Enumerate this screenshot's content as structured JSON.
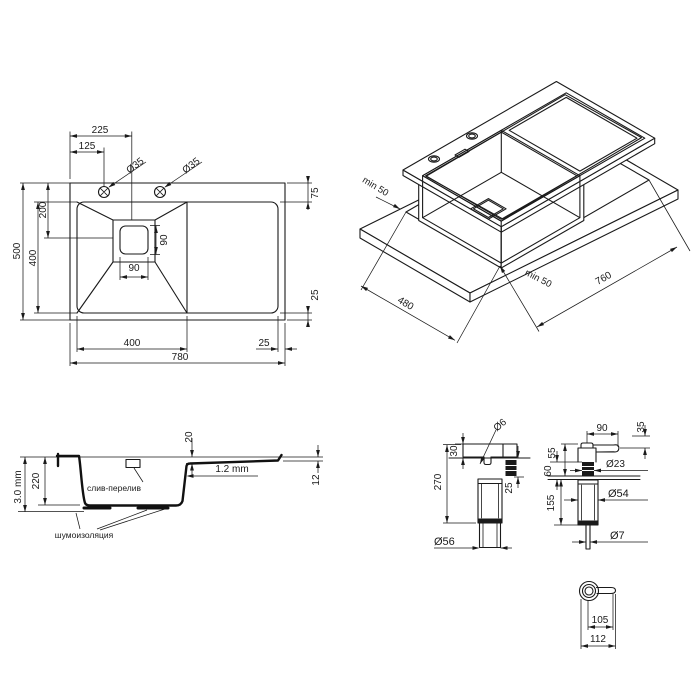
{
  "page": {
    "background": "#ffffff",
    "line_color": "#1a1a1a"
  },
  "top_view": {
    "overall_width": "780",
    "overall_depth": "500",
    "bowl_depth_outer": "400",
    "bowl_width": "400",
    "drain_offset_from_left": "225",
    "drain_offset_from_top": "200",
    "faucet_offset_from_left": "125",
    "faucet_hole_left_diameter": "Ø35",
    "faucet_hole_right_diameter": "Ø35",
    "deck_top_width": "75",
    "deck_bottom_width": "25",
    "deck_right_width": "25",
    "drain_height": "90",
    "drain_width": "90"
  },
  "isometric_view": {
    "clearance_left": "min 50",
    "clearance_front": "min 50",
    "cutout_depth": "480",
    "cutout_width": "760"
  },
  "section_view": {
    "drainer_step": "20",
    "steel_thickness": "1.2 mm",
    "edge_lip_height": "12",
    "bowl_depth": "220",
    "base_thickness": "3.0 mm",
    "overflow_label": "слив-перелив",
    "insulation_label": "шумоизоляция"
  },
  "dispenser_side_view": {
    "total_height": "270",
    "spout_height": "30",
    "nozzle_diameter": "Ø6",
    "deck_clearance": "25",
    "bottle_diameter": "Ø56"
  },
  "dispenser_front_view": {
    "spout_reach": "90",
    "tip_height": "35",
    "head_height": "55",
    "mount_height": "60",
    "bottle_height": "155",
    "collar_diameter": "Ø23",
    "bottle_diameter": "Ø54",
    "tube_diameter": "Ø7"
  },
  "dispenser_top_view": {
    "reach_to_center": "105",
    "reach_overall": "112"
  }
}
